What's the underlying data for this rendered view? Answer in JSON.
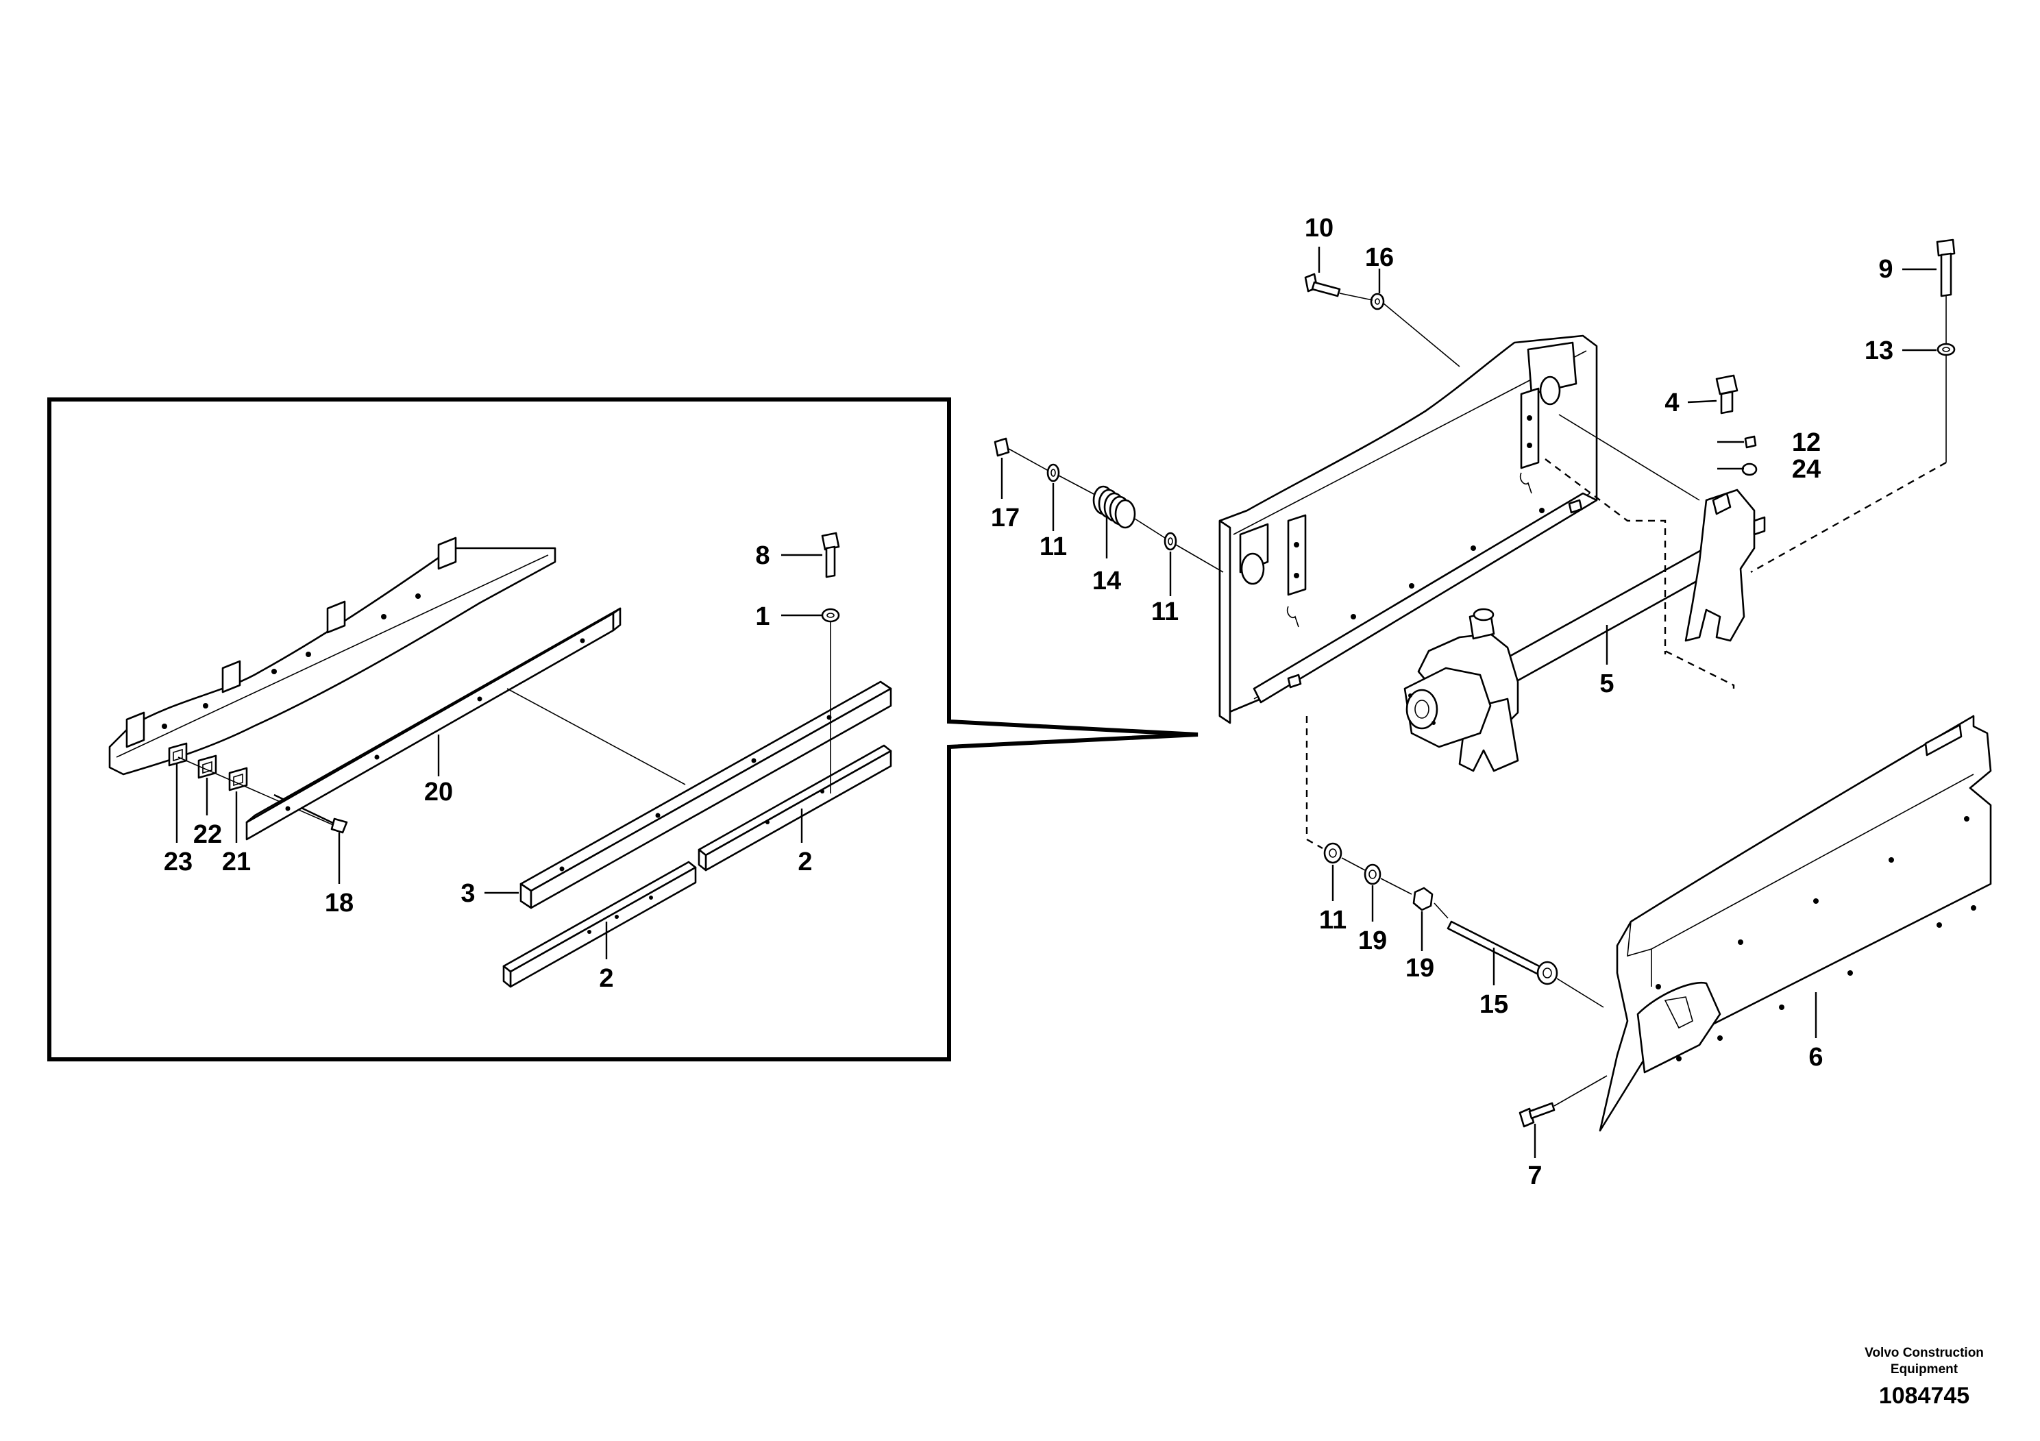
{
  "figure": {
    "brand_line1": "Volvo Construction",
    "brand_line2": "Equipment",
    "doc_number": "1084745"
  },
  "callouts": [
    {
      "id": "c10",
      "label": "10"
    },
    {
      "id": "c16",
      "label": "16"
    },
    {
      "id": "c9",
      "label": "9"
    },
    {
      "id": "c13",
      "label": "13"
    },
    {
      "id": "c4",
      "label": "4"
    },
    {
      "id": "c12",
      "label": "12"
    },
    {
      "id": "c24",
      "label": "24"
    },
    {
      "id": "c17",
      "label": "17"
    },
    {
      "id": "c11a",
      "label": "11"
    },
    {
      "id": "c14",
      "label": "14"
    },
    {
      "id": "c11b",
      "label": "11"
    },
    {
      "id": "c5",
      "label": "5"
    },
    {
      "id": "c11c",
      "label": "11"
    },
    {
      "id": "c19a",
      "label": "19"
    },
    {
      "id": "c19b",
      "label": "19"
    },
    {
      "id": "c15",
      "label": "15"
    },
    {
      "id": "c6",
      "label": "6"
    },
    {
      "id": "c7",
      "label": "7"
    },
    {
      "id": "c8",
      "label": "8"
    },
    {
      "id": "c1",
      "label": "1"
    },
    {
      "id": "c20",
      "label": "20"
    },
    {
      "id": "c23",
      "label": "23"
    },
    {
      "id": "c22",
      "label": "22"
    },
    {
      "id": "c21",
      "label": "21"
    },
    {
      "id": "c18",
      "label": "18"
    },
    {
      "id": "c3",
      "label": "3"
    },
    {
      "id": "c2a",
      "label": "2"
    },
    {
      "id": "c2b",
      "label": "2"
    }
  ]
}
